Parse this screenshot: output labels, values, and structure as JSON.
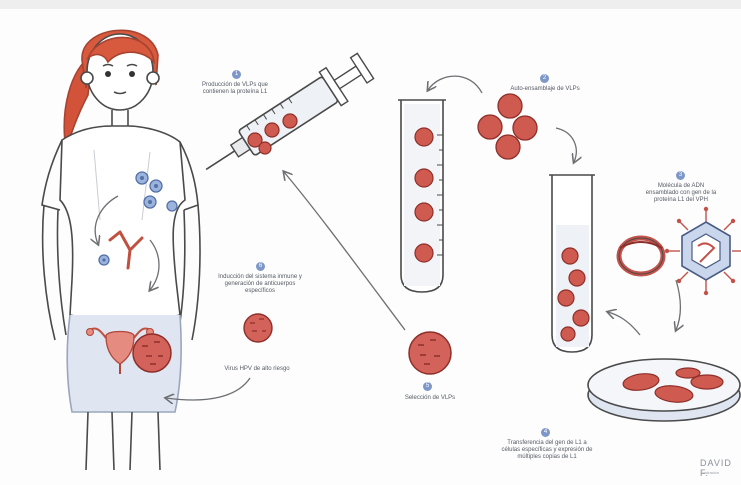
{
  "steps": [
    {
      "number": "1",
      "text": "Producción de VLPs que contienen la proteína L1"
    },
    {
      "number": "2",
      "text": "Auto-ensamblaje de VLPs"
    },
    {
      "number": "3",
      "text": "Molécula de ADN ensamblado con gen de la proteína L1 del VPH"
    },
    {
      "number": "4",
      "text": "Transferencia del gen de L1 a células específicas y expresión de múltiples copias de L1"
    },
    {
      "number": "5",
      "text": "Selección de VLPs"
    },
    {
      "number": "6",
      "text": "Inducción del sistema inmune y generación de anticuerpos específicos"
    }
  ],
  "hpv_label": "Virus HPV de alto riesgo",
  "signature": "DAVID F.",
  "signature_sub": "ilustración",
  "colors": {
    "accent": "#7d97c9",
    "vlp": "#c4524a",
    "outline": "#4a4a4a"
  }
}
